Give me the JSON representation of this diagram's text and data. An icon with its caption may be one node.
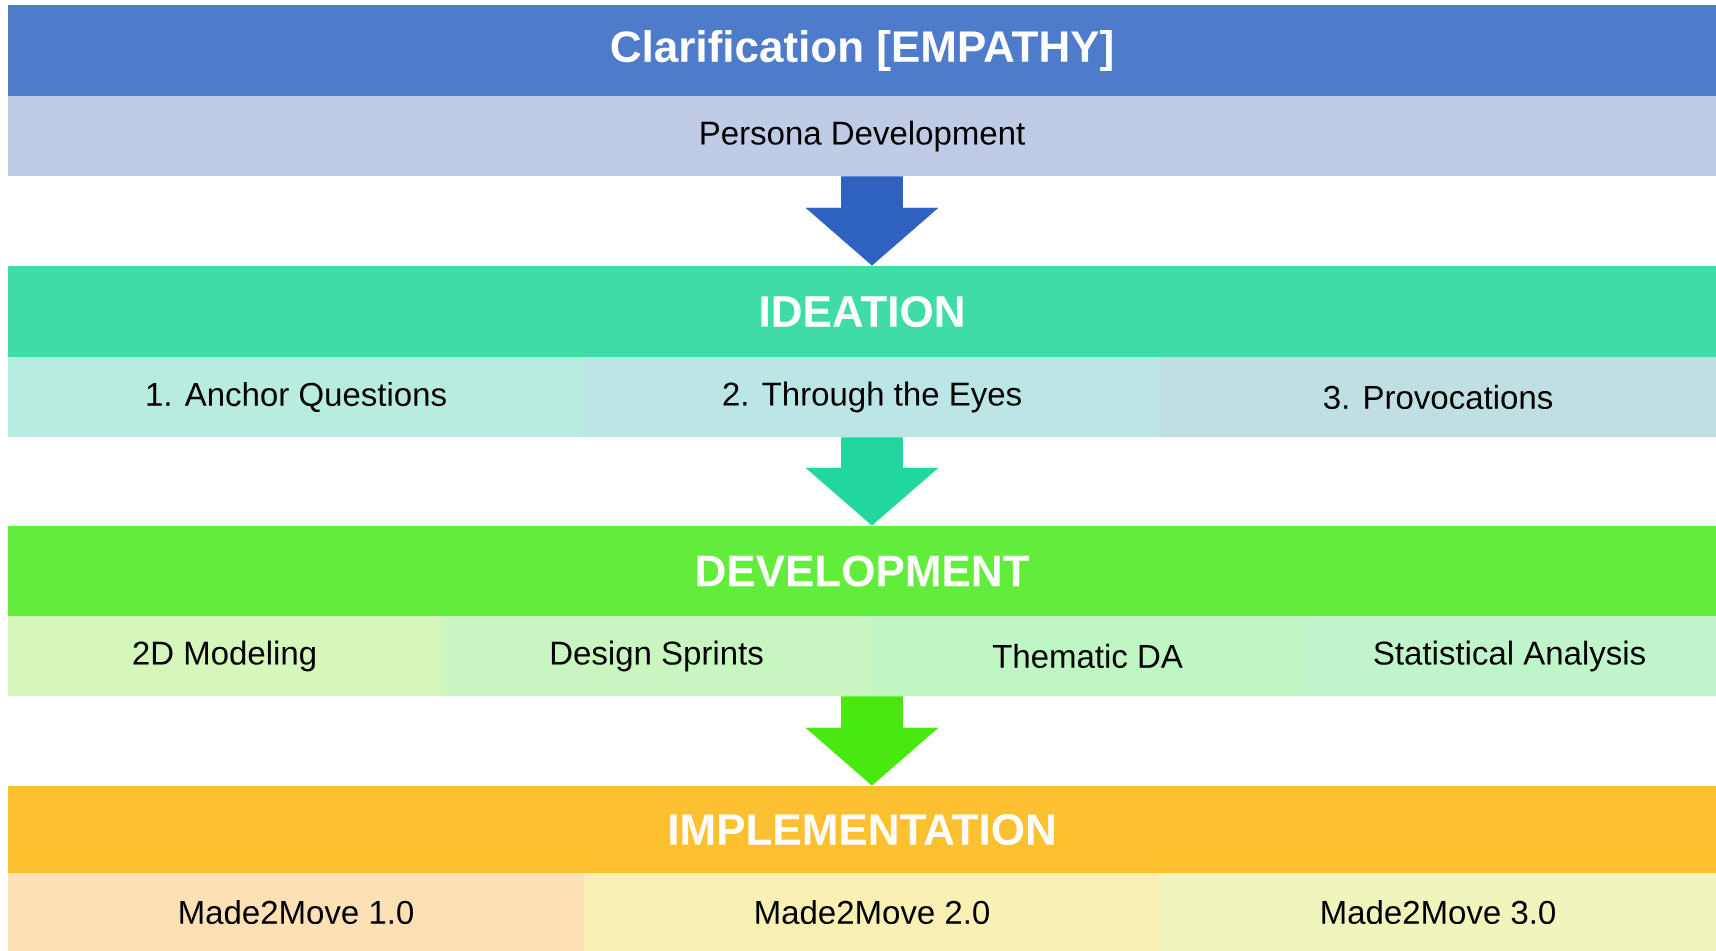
{
  "diagram": {
    "nodes": [
      {
        "text": [
          "Clarification [EMPATHY]"
        ]
      },
      {
        "text": [
          "Persona Development"
        ]
      },
      {
        "text": [
          "IDEATION"
        ]
      },
      {
        "text": [
          "1. Anchor Questions"
        ]
      },
      {
        "text": [
          "2. Through the Eyes"
        ]
      },
      {
        "text": [
          "3. Provocations"
        ]
      },
      {
        "text": [
          "DEVELOPMENT"
        ]
      },
      {
        "text": [
          "2D Modeling"
        ]
      },
      {
        "text": [
          "Design Sprints"
        ]
      },
      {
        "text": [
          "Thematic DA"
        ]
      },
      {
        "text": [
          "Statistical Analysis"
        ]
      },
      {
        "text": [
          "IMPLEMENTATION"
        ]
      },
      {
        "text": [
          "Made2Move 1.0"
        ]
      },
      {
        "text": [
          "Made2Move 2.0"
        ]
      },
      {
        "text": [
          "Made2Move 3.0"
        ]
      }
    ],
    "edges": [
      {
        "from": 1,
        "to": 2,
        "arrow": "to",
        "color": "#2f62c0"
      },
      {
        "from": 4,
        "to": 6,
        "arrow": "to",
        "color": "#22d6a0"
      },
      {
        "from": 8,
        "to": 11,
        "arrow": "to",
        "color": "#48e810"
      }
    ]
  }
}
